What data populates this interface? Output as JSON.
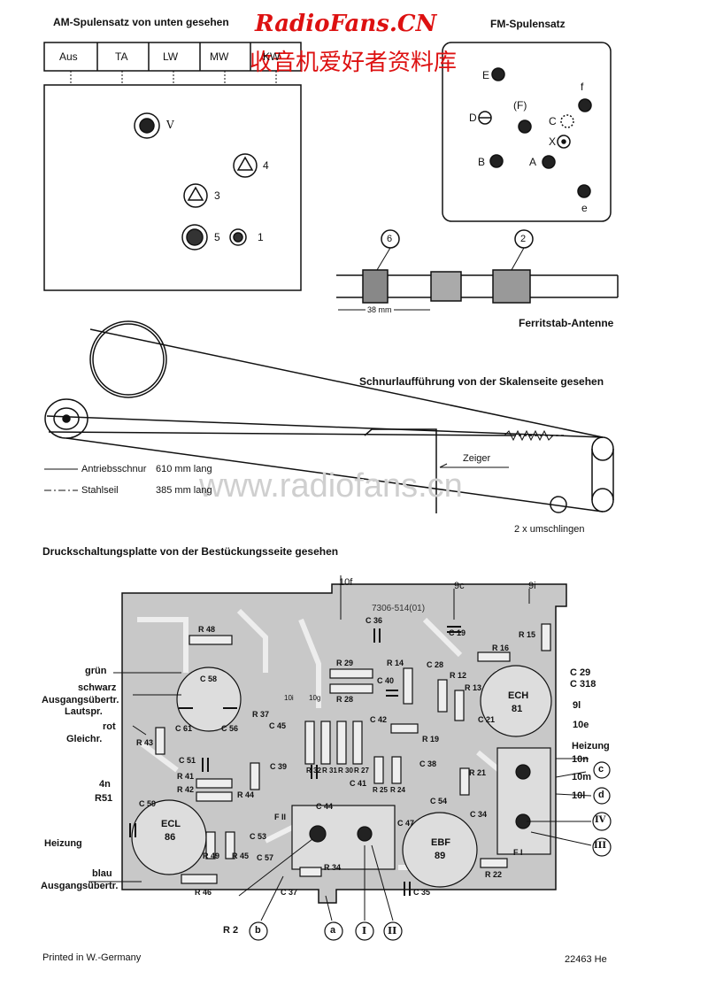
{
  "watermark": {
    "site": "RadioFans.CN",
    "cn": "收音机爱好者资料库",
    "url": "www.radiofans.cn",
    "color": "#dd1111"
  },
  "am": {
    "title": "AM-Spulensatz von unten gesehen",
    "buttons": [
      "Aus",
      "TA",
      "LW",
      "MW",
      "KW"
    ],
    "coil_labels": [
      "V",
      "4",
      "3",
      "5",
      "1"
    ]
  },
  "fm": {
    "title": "FM-Spulensatz",
    "labels": [
      "E",
      "f",
      "D",
      "(F)",
      "C",
      "X",
      "B",
      "A",
      "e"
    ]
  },
  "ferrite": {
    "title": "Ferritstab-Antenne",
    "dim": "38 mm",
    "marks": [
      "6",
      "2"
    ]
  },
  "cord": {
    "title": "Schnurlaufführung von der Skalenseite gesehen",
    "legend": [
      {
        "name": "Antriebsschnur",
        "len": "610 mm lang"
      },
      {
        "name": "Stahlseil",
        "len": "385 mm lang"
      }
    ],
    "pointer": "Zeiger",
    "wrap": "2 x umschlingen"
  },
  "pcb": {
    "title": "Druckschaltungsplatte von der Bestückungsseite gesehen",
    "board_id": "7306-514(01)",
    "left_labels": [
      "grün",
      "schwarz",
      "Ausgangsübertr.",
      "Lautspr.",
      "rot",
      "Gleichr.",
      "4n",
      "R51",
      "Heizung",
      "blau",
      "Ausgangsübertr."
    ],
    "top_labels": [
      "10f",
      "9c",
      "9i"
    ],
    "right_labels": [
      "C 29",
      "C 318",
      "9l",
      "10e",
      "Heizung",
      "10n",
      "10m",
      "10l"
    ],
    "right_circles": [
      "c",
      "d",
      "IV",
      "III"
    ],
    "bottom_labels": [
      "R 2",
      "b",
      "a",
      "I",
      "II"
    ],
    "components": [
      "R 48",
      "C 58",
      "C 61",
      "C 56",
      "R 37",
      "R 43",
      "C 51",
      "R 41",
      "R 42",
      "R 44",
      "C 59",
      "C 45",
      "C 39",
      "C 41",
      "C 44",
      "R 29",
      "R 28",
      "10i",
      "10g",
      "R 32",
      "R 31",
      "R 30",
      "R 27",
      "C 42",
      "R 19",
      "C 40",
      "R 14",
      "R 25",
      "R 24",
      "C 38",
      "C 36",
      "C 19",
      "C 28",
      "R 12",
      "R 13",
      "R 16",
      "R 15",
      "C 21",
      "R 21",
      "C 54",
      "C 34",
      "C 47",
      "C 53",
      "C 57",
      "R 49",
      "R 45",
      "R 46",
      "R 34",
      "C 37",
      "C 35",
      "R 22",
      "F II",
      "F I"
    ],
    "tubes": [
      {
        "name": "ECL",
        "num": "86"
      },
      {
        "name": "EBF",
        "num": "89"
      },
      {
        "name": "ECH",
        "num": "81"
      }
    ]
  },
  "footer": {
    "printed": "Printed in W.-Germany",
    "code": "22463 He"
  }
}
